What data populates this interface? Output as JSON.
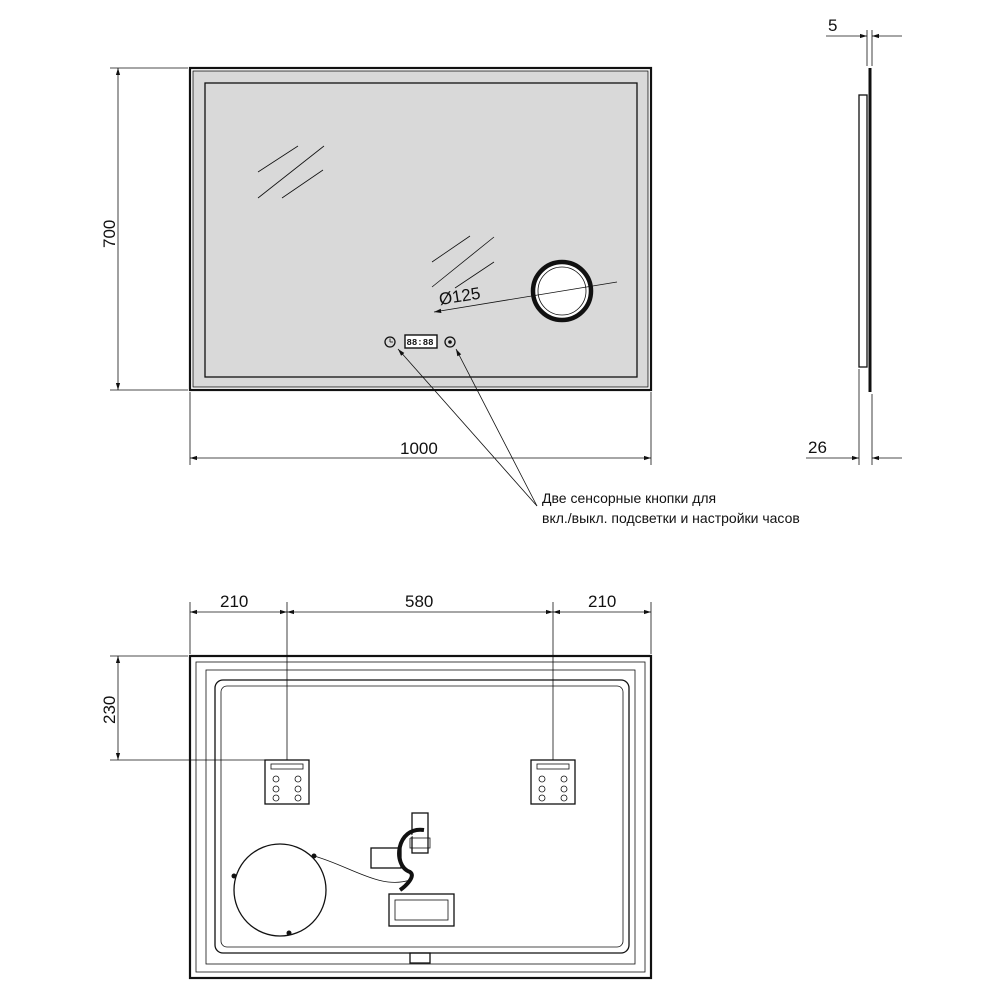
{
  "front_view": {
    "width_label": "1000",
    "height_label": "700",
    "magnifier_label": "Ø125",
    "clock_display": "88:88"
  },
  "side_view": {
    "thickness_top_label": "5",
    "thickness_bottom_label": "26"
  },
  "annotation": {
    "line1": "Две сенсорные кнопки для",
    "line2": "вкл./выкл. подсветки и настройки часов"
  },
  "back_view": {
    "left_offset_label": "210",
    "center_span_label": "580",
    "right_offset_label": "210",
    "top_offset_label": "230"
  }
}
